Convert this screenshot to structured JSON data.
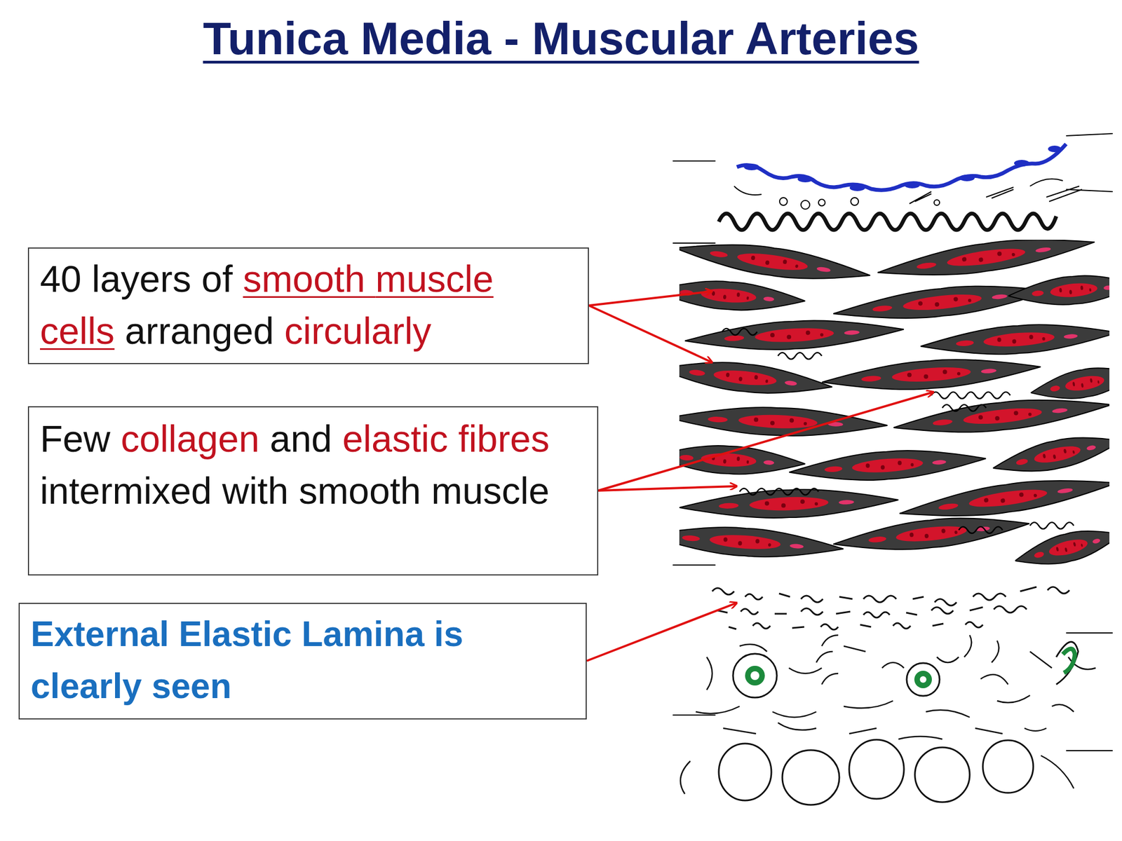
{
  "diagram": {
    "title": "Tunica Media - Muscular Arteries",
    "nodes": [
      {
        "text": [
          "40 layers of smooth muscle cells arranged circularly"
        ]
      },
      {
        "text": [
          "Few collagen and elastic fibres intermixed with smooth muscle"
        ]
      },
      {
        "text": [
          "External Elastic Lamina is clearly seen"
        ]
      }
    ]
  }
}
